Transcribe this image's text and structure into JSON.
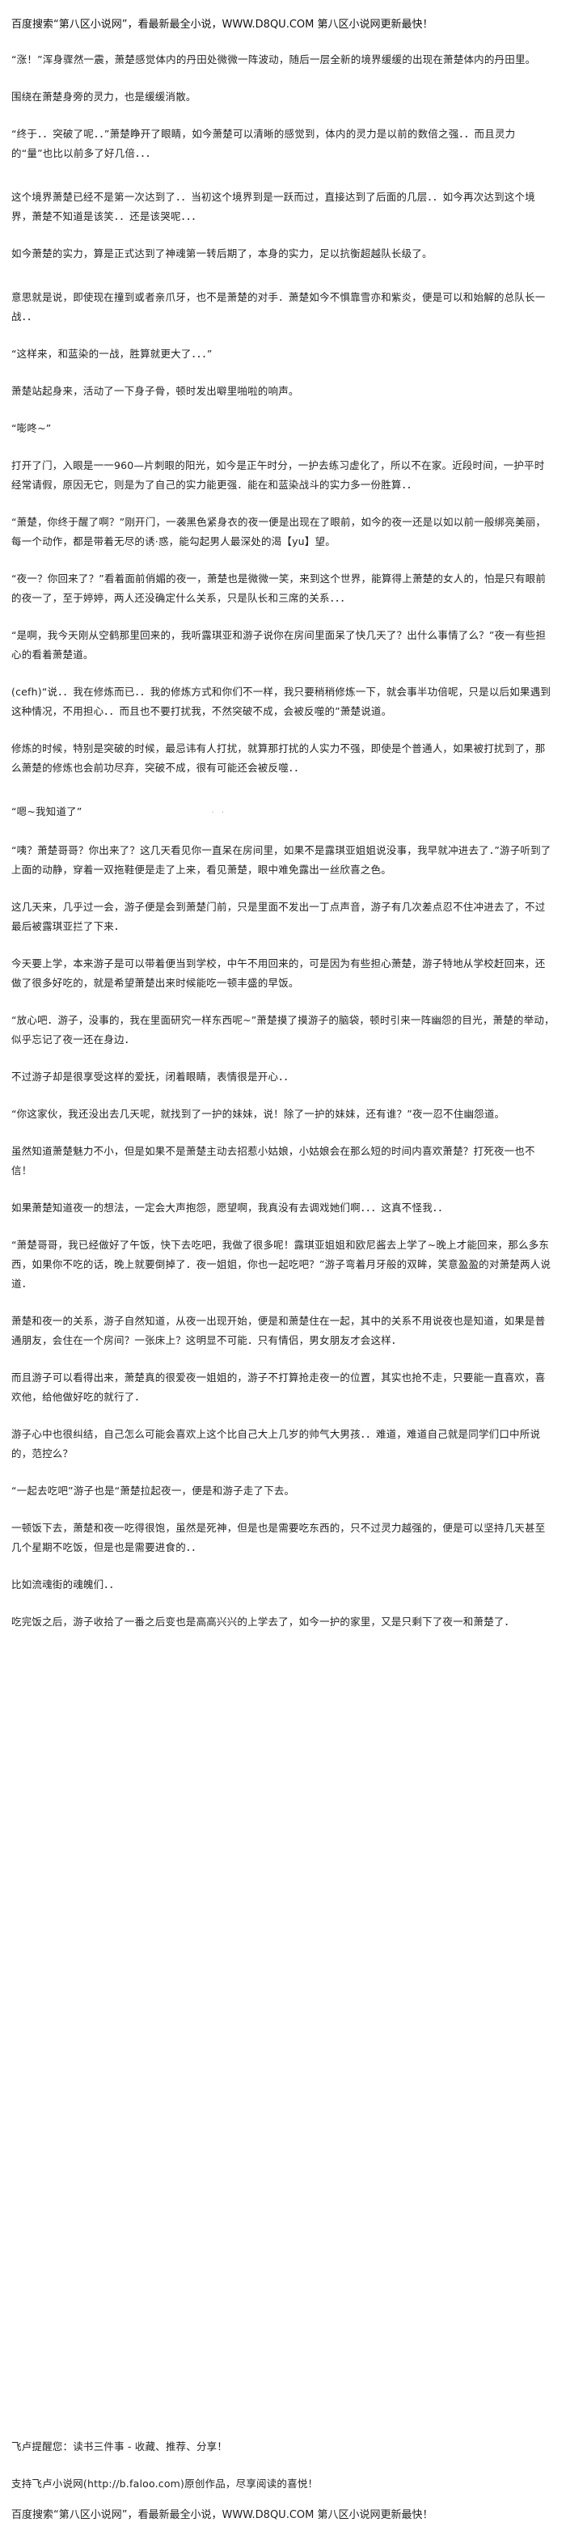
{
  "banner_top": "百度搜索“第八区小说网”，看最新最全小说，WWW.D8QU.COM  第八区小说网更新最快！",
  "paragraphs": [
    "  “涨！”浑身骤然一震，萧楚感觉体内的丹田处微微一阵波动，随后一层全新的境界缓缓的出现在萧楚体内的丹田里。",
    "  围绕在萧楚身旁的灵力，也是缓缓消散。",
    "  “终于．．突破了呢．．”萧楚睁开了眼睛，如今萧楚可以清晰的感觉到，体内的灵力是以前的数倍之强．．而且灵力的“量”也比以前多了好几倍．．．",
    "  这个境界萧楚已经不是第一次达到了．．当初这个境界到是一跃而过，直接达到了后面的几层．．如今再次达到这个境界，萧楚不知道是该笑．．还是该哭呢．．．",
    "  如今萧楚的实力，算是正式达到了神魂第一转后期了，本身的实力，足以抗衡超越队长级了。",
    "  意思就是说，即使现在撞到或者亲爪牙，也不是萧楚的对手．萧楚如今不惧靠雪亦和紫炎，便是可以和始解的总队长一战．．",
    "  “这样来，和蓝染的一战，胜算就更大了．．．”",
    "  萧楚站起身来，活动了一下身子骨，顿时发出噼里啪啦的响声。",
    "  “嘭咚~”",
    "  打开了门，入眼是一一960—片刺眼的阳光，如今是正午时分，一护去练习虚化了，所以不在家。近段时间，一护平时经常请假，原因无它，则是为了自己的实力能更强．能在和蓝染战斗的实力多一份胜算．．",
    "  “萧楚，你终于醒了啊？”刚开门，一袭黑色紧身衣的夜一便是出现在了眼前，如今的夜一还是以如以前一般绑亮美丽，每一个动作，都是带着无尽的诱·惑，能勾起男人最深处的渴【yu】望。",
    "  “夜一？你回来了？”看着面前俏媚的夜一，萧楚也是微微一笑，来到这个世界，能算得上萧楚的女人的，怕是只有眼前的夜一了，至于婷婷，两人还没确定什么关系，只是队长和三席的关系．．．",
    "  “是啊，我今天刚从空鹤那里回来的，我听露琪亚和游子说你在房间里面呆了快几天了？出什么事情了么？”夜一有些担心的看着萧楚道。",
    "  (cefh)“说．．我在修炼而已．．我的修炼方式和你们不一样，我只要稍稍修炼一下，就会事半功倍呢，只是以后如果遇到这种情况，不用担心．．而且也不要打扰我，不然突破不成，会被反噬的”萧楚说道。",
    "  修炼的时候，特别是突破的时候，最忌讳有人打扰，就算那打扰的人实力不强，即使是个普通人，如果被打扰到了，那么萧楚的修炼也会前功尽弃，突破不成，很有可能还会被反噬．．",
    "  “嗯~我知道了”",
    "  “咦？萧楚哥哥？你出来了？这几天看见你一直呆在房间里，如果不是露琪亚姐姐说没事，我早就冲进去了．”游子听到了上面的动静，穿着一双拖鞋便是走了上来，看见萧楚，眼中难免露出一丝欣喜之色。",
    "  这几天来，几乎过一会，游子便是会到萧楚门前，只是里面不发出一丁点声音，游子有几次差点忍不住冲进去了，不过最后被露琪亚拦了下来．",
    "  今天要上学，本来游子是可以带着便当到学校，中午不用回来的，可是因为有些担心萧楚，游子特地从学校赶回来，还做了很多好吃的，就是希望萧楚出来时候能吃一顿丰盛的早饭。",
    "  “放心吧．游子，没事的，我在里面研究一样东西呢~”萧楚摸了摸游子的脑袋，顿时引来一阵幽怨的目光，萧楚的举动，似乎忘记了夜一还在身边．",
    "  不过游子却是很享受这样的爱抚，闭着眼睛，表情很是开心．．",
    "  “你这家伙，我还没出去几天呢，就找到了一护的妹妹，说！除了一护的妹妹，还有谁？”夜一忍不住幽怨道。",
    "  虽然知道萧楚魅力不小，但是如果不是萧楚主动去招惹小姑娘，小姑娘会在那么短的时间内喜欢萧楚？打死夜一也不信！",
    "  如果萧楚知道夜一的想法，一定会大声抱怨，愿望啊，我真没有去调戏她们啊．．．这真不怪我．．",
    "  “萧楚哥哥，我已经做好了午饭，快下去吃吧，我做了很多呢！露琪亚姐姐和欧尼酱去上学了~晚上才能回来，那么多东西，如果你不吃的话，晚上就要倒掉了．夜一姐姐，你也一起吃吧？”游子弯着月牙般的双眸，笑意盈盈的对萧楚两人说道．",
    "  萧楚和夜一的关系，游子自然知道，从夜一出现开始，便是和萧楚住在一起，其中的关系不用说夜也是知道，如果是普通朋友，会住在一个房间？一张床上？这明显不可能．只有情侣，男女朋友才会这样．",
    "  而且游子可以看得出来，萧楚真的很爱夜一姐姐的，游子不打算抢走夜一的位置，其实也抢不走，只要能一直喜欢，喜欢他，给他做好吃的就行了．",
    "  游子心中也很纠结，自己怎么可能会喜欢上这个比自己大上几岁的帅气大男孩．．难道，难道自己就是同学们口中所说的，范控么？",
    "  “一起去吃吧”游子也是“萧楚拉起夜一，便是和游子走了下去。",
    "  一顿饭下去，萧楚和夜一吃得很饱，虽然是死神，但是也是需要吃东西的，只不过灵力越强的，便是可以坚持几天甚至几个星期不吃饭，但是也是需要进食的．．",
    "  比如流魂街的魂魄们．．",
    "  吃完饭之后，游子收拾了一番之后变也是高高兴兴的上学去了，如今一护的家里，又是只剩下了夜一和萧楚了．"
  ],
  "dots_near_15": "·   ·",
  "dots_near_17": "·  ·",
  "footer_lines": [
    "飞卢提醒您：读书三件事 - 收藏、推荐、分享！",
    "支持飞卢小说网(http://b.faloo.com)原创作品，尽享阅读的喜悦！"
  ],
  "banner_bottom": "百度搜索“第八区小说网”，看最新最全小说，WWW.D8QU.COM  第八区小说网更新最快！"
}
